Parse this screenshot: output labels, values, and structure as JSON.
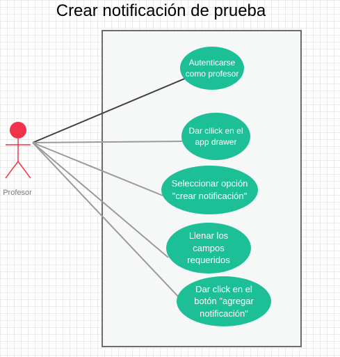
{
  "diagram": {
    "title": "Crear notificación de prueba",
    "actor": {
      "name": "Profesor",
      "head_color": "#f0334a",
      "body_color": "#f0334a"
    },
    "use_cases": [
      {
        "label": "Autenticarse como profesor"
      },
      {
        "label": "Dar cllick en el app drawer"
      },
      {
        "label": "Seleccionar opción \"crear notificación\""
      },
      {
        "label": "Llenar los campos requeridos"
      },
      {
        "label": "Dar click en el botón \"agregar notificación\""
      }
    ],
    "colors": {
      "use_case_fill": "#1dbf96",
      "primary_link": "#3f3f3f",
      "secondary_link": "#9a9a9a",
      "boundary_stroke": "#6b6b6b",
      "boundary_fill": "#f6f8f8"
    }
  }
}
